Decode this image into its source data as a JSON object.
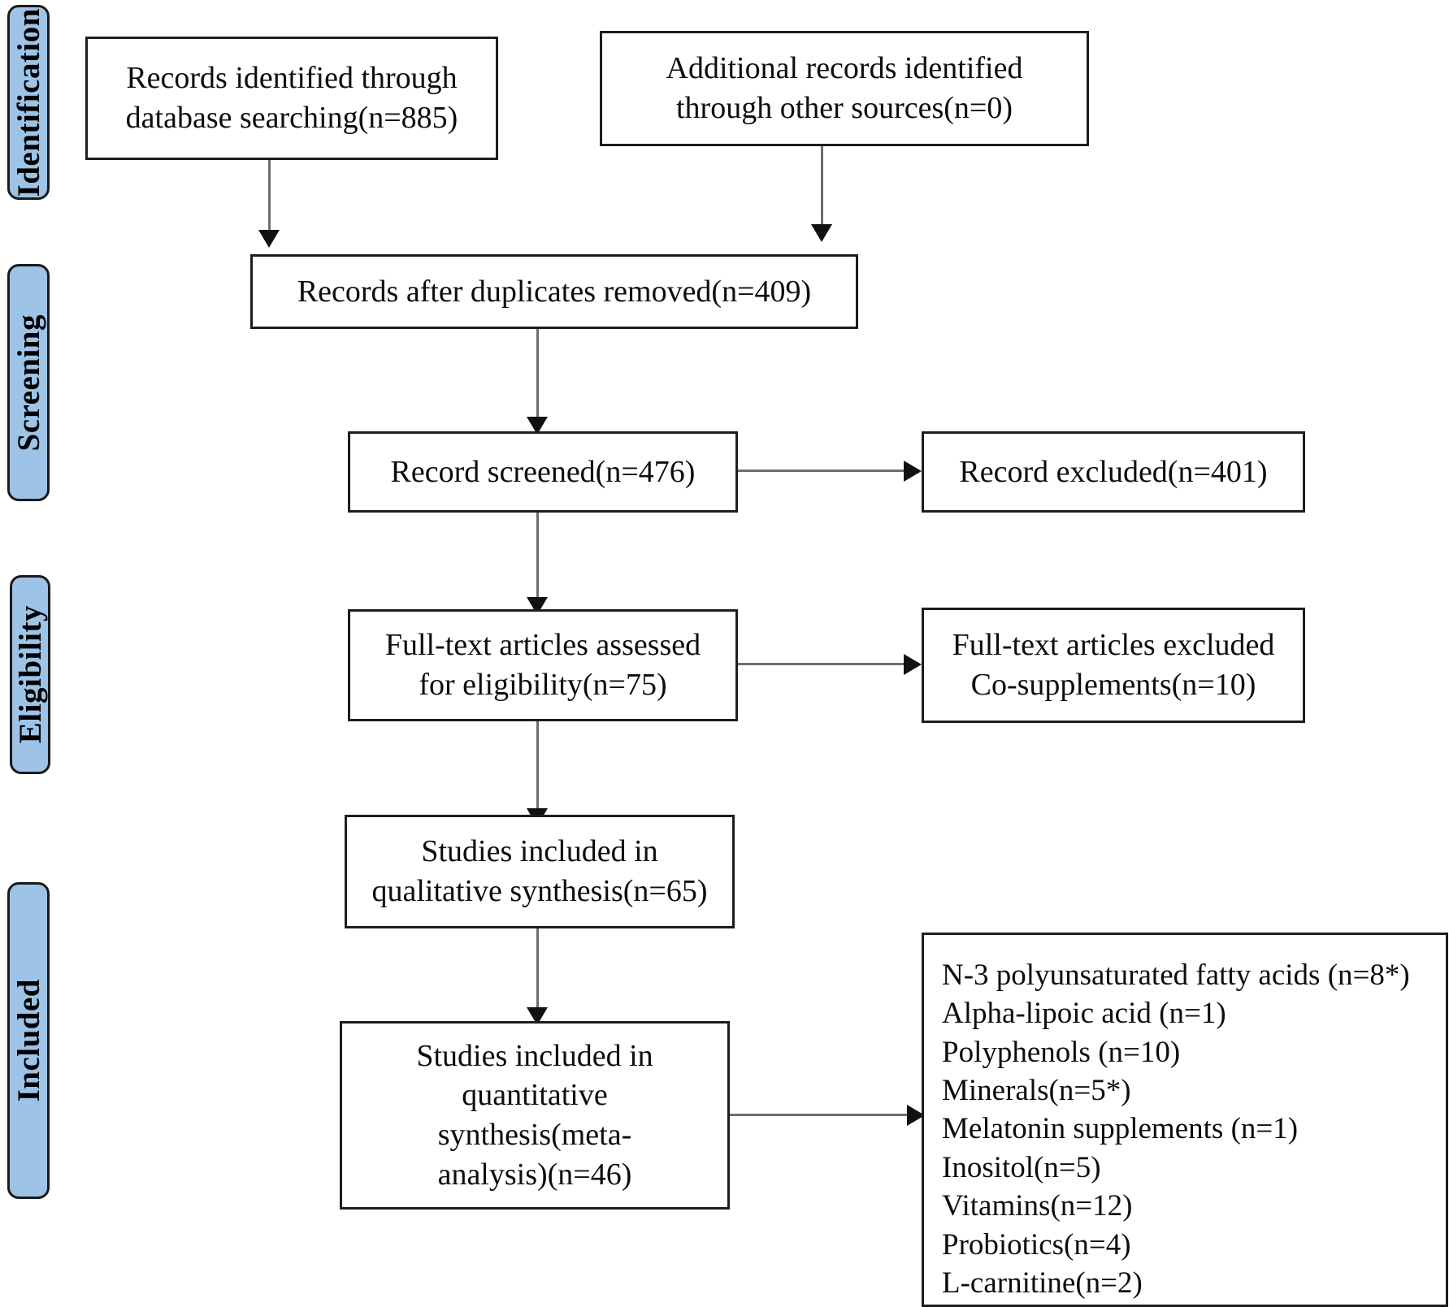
{
  "diagram": {
    "title": "PRISMA flow diagram",
    "accent_color": "#9dc3e6",
    "border_color": "#1d1d1d",
    "connector_color": "#6e6e6e",
    "background_color": "#ffffff"
  },
  "stages": [
    {
      "id": "identification",
      "label": "Identification"
    },
    {
      "id": "screening",
      "label": "Screening"
    },
    {
      "id": "eligibility",
      "label": "Eligibility"
    },
    {
      "id": "included",
      "label": "Included"
    }
  ],
  "boxes": {
    "records_database": {
      "line1": "Records identified through",
      "line2": "database searching(n=885)"
    },
    "records_other": {
      "line1": "Additional records identified",
      "line2": "through other sources(n=0)"
    },
    "duplicates_removed": {
      "line1": "Records after duplicates removed(n=409)"
    },
    "record_screened": {
      "line1": "Record screened(n=476)"
    },
    "record_excluded": {
      "line1": "Record excluded(n=401)"
    },
    "fulltext_assessed": {
      "line1": "Full-text articles assessed",
      "line2": "for eligibility(n=75)"
    },
    "fulltext_excluded": {
      "line1": "Full-text articles excluded",
      "line2": "Co-supplements(n=10)"
    },
    "qualitative_synthesis": {
      "line1": "Studies included in",
      "line2": "qualitative synthesis(n=65)"
    },
    "quantitative_synthesis": {
      "line1": "Studies included in",
      "line2": "quantitative",
      "line3": "synthesis(meta-",
      "line4": "analysis)(n=46)"
    }
  },
  "supplement_list": {
    "items": [
      "N-3 polyunsaturated fatty acids (n=8*)",
      "Alpha-lipoic acid (n=1)",
      "Polyphenols (n=10)",
      "Minerals(n=5*)",
      "Melatonin supplements (n=1)",
      "Inositol(n=5)",
      "Vitamins(n=12)",
      "Probiotics(n=4)",
      "L-carnitine(n=2)"
    ]
  },
  "chart_data": {
    "type": "diagram",
    "title": "PRISMA flow of study selection",
    "nodes": [
      {
        "id": "records_database",
        "stage": "Identification",
        "text": "Records identified through database searching",
        "n": 885
      },
      {
        "id": "records_other",
        "stage": "Identification",
        "text": "Additional records identified through other sources",
        "n": 0
      },
      {
        "id": "duplicates_removed",
        "stage": "Screening",
        "text": "Records after duplicates removed",
        "n": 409
      },
      {
        "id": "record_screened",
        "stage": "Screening",
        "text": "Record screened",
        "n": 476
      },
      {
        "id": "record_excluded",
        "stage": "Screening",
        "text": "Record excluded",
        "n": 401
      },
      {
        "id": "fulltext_assessed",
        "stage": "Eligibility",
        "text": "Full-text articles assessed for eligibility",
        "n": 75
      },
      {
        "id": "fulltext_excluded",
        "stage": "Eligibility",
        "text": "Full-text articles excluded Co-supplements",
        "n": 10
      },
      {
        "id": "qualitative_synthesis",
        "stage": "Included",
        "text": "Studies included in qualitative synthesis",
        "n": 65
      },
      {
        "id": "quantitative_synthesis",
        "stage": "Included",
        "text": "Studies included in quantitative synthesis (meta-analysis)",
        "n": 46
      }
    ],
    "edges": [
      {
        "from": "records_database",
        "to": "duplicates_removed"
      },
      {
        "from": "records_other",
        "to": "duplicates_removed"
      },
      {
        "from": "duplicates_removed",
        "to": "record_screened"
      },
      {
        "from": "record_screened",
        "to": "record_excluded"
      },
      {
        "from": "record_screened",
        "to": "fulltext_assessed"
      },
      {
        "from": "fulltext_assessed",
        "to": "fulltext_excluded"
      },
      {
        "from": "fulltext_assessed",
        "to": "qualitative_synthesis"
      },
      {
        "from": "qualitative_synthesis",
        "to": "quantitative_synthesis"
      },
      {
        "from": "quantitative_synthesis",
        "to": "supplement_breakdown"
      }
    ],
    "breakdown": {
      "N-3 polyunsaturated fatty acids": 8,
      "Alpha-lipoic acid": 1,
      "Polyphenols": 10,
      "Minerals": 5,
      "Melatonin supplements": 1,
      "Inositol": 5,
      "Vitamins": 12,
      "Probiotics": 4,
      "L-carnitine": 2
    }
  }
}
